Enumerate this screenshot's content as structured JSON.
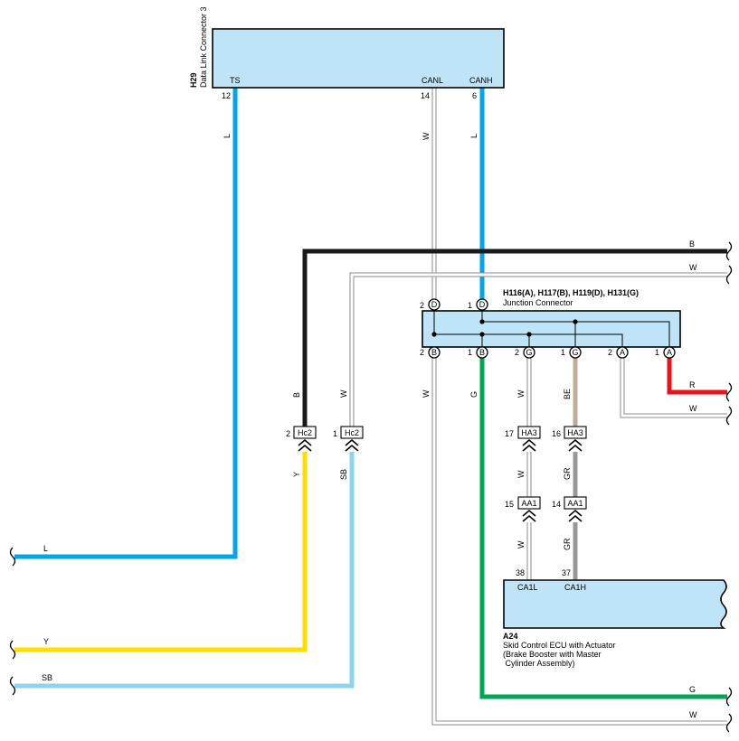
{
  "colors": {
    "L": "#00a6e8",
    "B": "#1a1a1a",
    "Y": "#ffdd00",
    "SB": "#8fd3f2",
    "G": "#00a651",
    "R": "#e8141c",
    "BE": "#c2ab96",
    "GR": "#999999",
    "W_stroke": "#8c8c8c",
    "box_fill": "#bfe4f7"
  },
  "dlc": {
    "code": "H29",
    "name": "Data Link Connector 3",
    "terminals": {
      "ts": "TS",
      "canl": "CANL",
      "canh": "CANH"
    },
    "pins": {
      "ts": "12",
      "canl": "14",
      "canh": "6"
    }
  },
  "junction": {
    "codes": "H116(A), H117(B), H119(D), H131(G)",
    "name": "Junction Connector",
    "top_pins": [
      {
        "num": "2",
        "letter": "D"
      },
      {
        "num": "1",
        "letter": "D"
      }
    ],
    "bottom_pins": [
      {
        "num": "2",
        "letter": "B"
      },
      {
        "num": "1",
        "letter": "B"
      },
      {
        "num": "2",
        "letter": "G"
      },
      {
        "num": "1",
        "letter": "G"
      },
      {
        "num": "2",
        "letter": "A"
      },
      {
        "num": "1",
        "letter": "A"
      }
    ]
  },
  "connectors": {
    "hc2_left": {
      "num": "2",
      "code": "Hc2"
    },
    "hc2_right": {
      "num": "1",
      "code": "Hc2"
    },
    "ha3_left": {
      "num": "17",
      "code": "HA3"
    },
    "ha3_right": {
      "num": "16",
      "code": "HA3"
    },
    "aa1_left": {
      "num": "15",
      "code": "AA1"
    },
    "aa1_right": {
      "num": "14",
      "code": "AA1"
    }
  },
  "ecu": {
    "code": "A24",
    "name_lines": [
      "Skid Control ECU with Actuator",
      "(Brake Booster with Master",
      " Cylinder Assembly)"
    ],
    "terminals": {
      "ca1l": "CA1L",
      "ca1h": "CA1H"
    },
    "pins": {
      "ca1l": "38",
      "ca1h": "37"
    }
  },
  "wire_labels": {
    "ts_vertical": "L",
    "canl_vertical": "W",
    "canh_vertical": "L",
    "b_top_right": "B",
    "w_top_right": "W",
    "b_hc2": "B",
    "w_hc2": "W",
    "y_hc2": "Y",
    "sb_hc2": "SB",
    "w_bottom_left": "W",
    "g_bottom_left": "G",
    "w_g2_upper": "W",
    "be_g1_upper": "BE",
    "w_mid_left": "W",
    "gr_mid_right": "GR",
    "w_low_left": "W",
    "gr_low_right": "GR",
    "r_right": "R",
    "w_right_a": "W",
    "l_bottom_left": "L",
    "y_bottom_left": "Y",
    "sb_bottom_left": "SB",
    "g_bottom_right": "G",
    "w_bottom_right": "W"
  }
}
